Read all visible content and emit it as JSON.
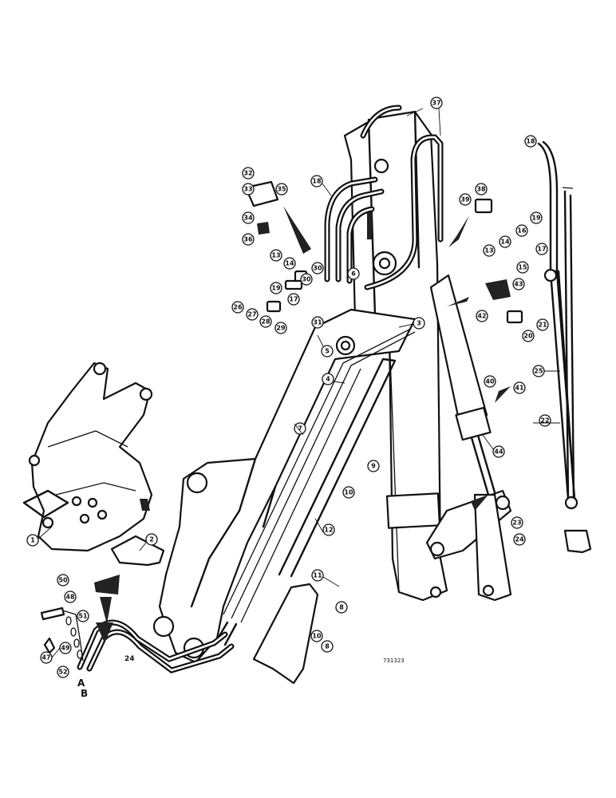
{
  "callouts": {
    "c1": "1",
    "c2": "2",
    "c3": "3",
    "c4": "4",
    "c5": "5",
    "c6": "6",
    "c7": "7",
    "c8a": "8",
    "c8b": "8",
    "c9": "9",
    "c10a": "10",
    "c10b": "10",
    "c11": "11",
    "c12": "12",
    "c13a": "13",
    "c13b": "13",
    "c14a": "14",
    "c14b": "14",
    "c15": "15",
    "c16": "16",
    "c17a": "17",
    "c17b": "17",
    "c18a": "18",
    "c18b": "18",
    "c19a": "19",
    "c19b": "19",
    "c20": "20",
    "c21": "21",
    "c22": "22",
    "c23": "23",
    "c24": "24",
    "c25": "25",
    "c26": "26",
    "c27": "27",
    "c28": "28",
    "c29": "29",
    "c30a": "30",
    "c30b": "30",
    "c31": "31",
    "c32": "32",
    "c33": "33",
    "c34": "34",
    "c35": "35",
    "c36": "36",
    "c37": "37",
    "c38": "38",
    "c39": "39",
    "c40": "40",
    "c41": "41",
    "c42": "42",
    "c43": "43",
    "c44": "44",
    "c47": "47",
    "c48": "48",
    "c49": "49",
    "c50": "50",
    "c51": "51",
    "c52": "52"
  },
  "labels": {
    "a": "A",
    "b": "B",
    "hose_tag": "24"
  },
  "reference_number": "731323"
}
